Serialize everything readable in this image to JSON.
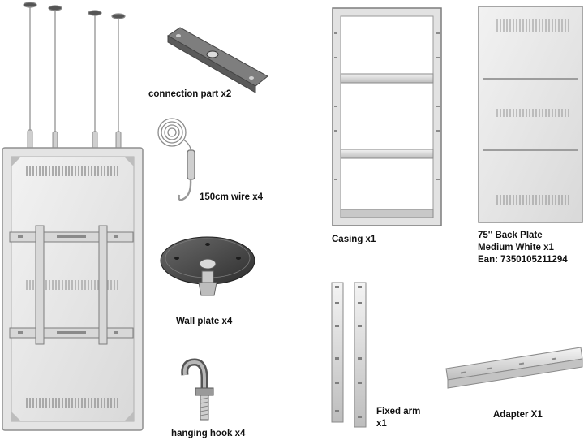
{
  "items": {
    "connection_part": {
      "label": "connection part x2"
    },
    "wire": {
      "label": "150cm wire x4"
    },
    "wall_plate": {
      "label": "Wall plate x4"
    },
    "hanging_hook": {
      "label": "hanging hook x4"
    },
    "casing": {
      "label": "Casing x1"
    },
    "back_plate": {
      "line1": "75'' Back Plate",
      "line2": "Medium White x1",
      "line3": "Ean: 7350105211294"
    },
    "fixed_arm": {
      "line1": "Fixed arm",
      "line2": "x1"
    },
    "adapter": {
      "label": "Adapter X1"
    }
  }
}
